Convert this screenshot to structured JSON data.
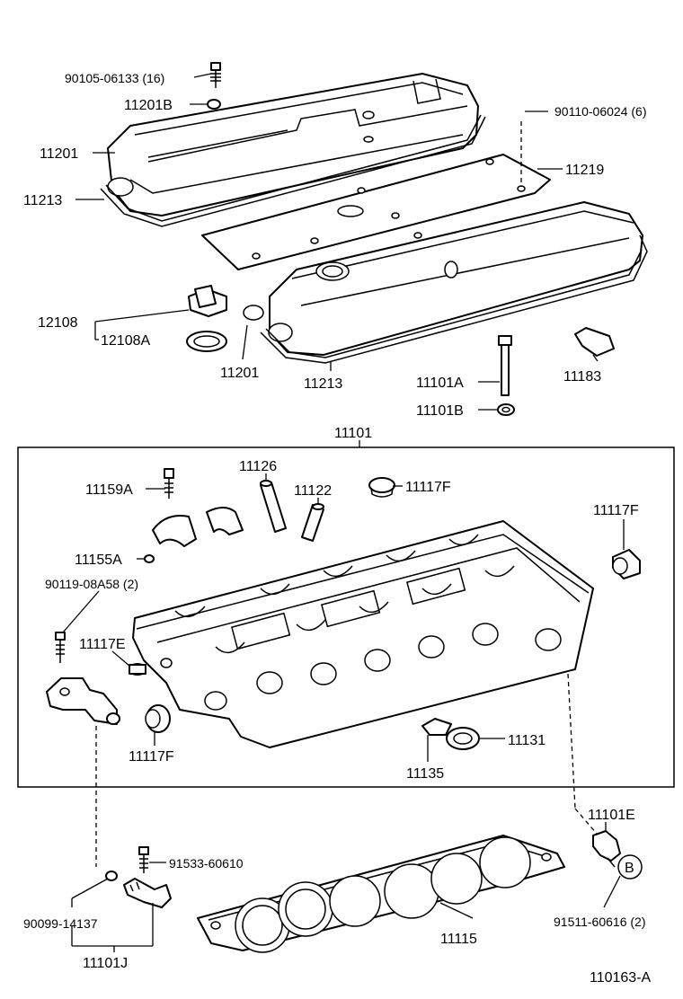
{
  "labels": {
    "l_90105_06133": "90105-06133 (16)",
    "l_11201B": "11201B",
    "l_11201_top": "11201",
    "l_11213_top": "11213",
    "l_90110_06024": "90110-06024 (6)",
    "l_11219": "11219",
    "l_12108": "12108",
    "l_12108A": "12108A",
    "l_11201_bottom": "11201",
    "l_11213_bottom": "11213",
    "l_11101A": "11101A",
    "l_11101B": "11101B",
    "l_11183": "11183",
    "l_11101": "11101",
    "l_11126": "11126",
    "l_11159A": "11159A",
    "l_11122": "11122",
    "l_11117F_top": "11117F",
    "l_11117F_right": "11117F",
    "l_11155A": "11155A",
    "l_90119_08A58": "90119-08A58 (2)",
    "l_11117E": "11117E",
    "l_11117F_left": "11117F",
    "l_11131": "11131",
    "l_11135": "11135",
    "l_11101E": "11101E",
    "l_91533_60610": "91533-60610",
    "l_90099_14137": "90099-14137",
    "l_11115": "11115",
    "l_91511_60616": "91511-60616 (2)",
    "l_11101J": "11101J",
    "l_callout_B": "B",
    "l_figure_code": "110163-A"
  }
}
